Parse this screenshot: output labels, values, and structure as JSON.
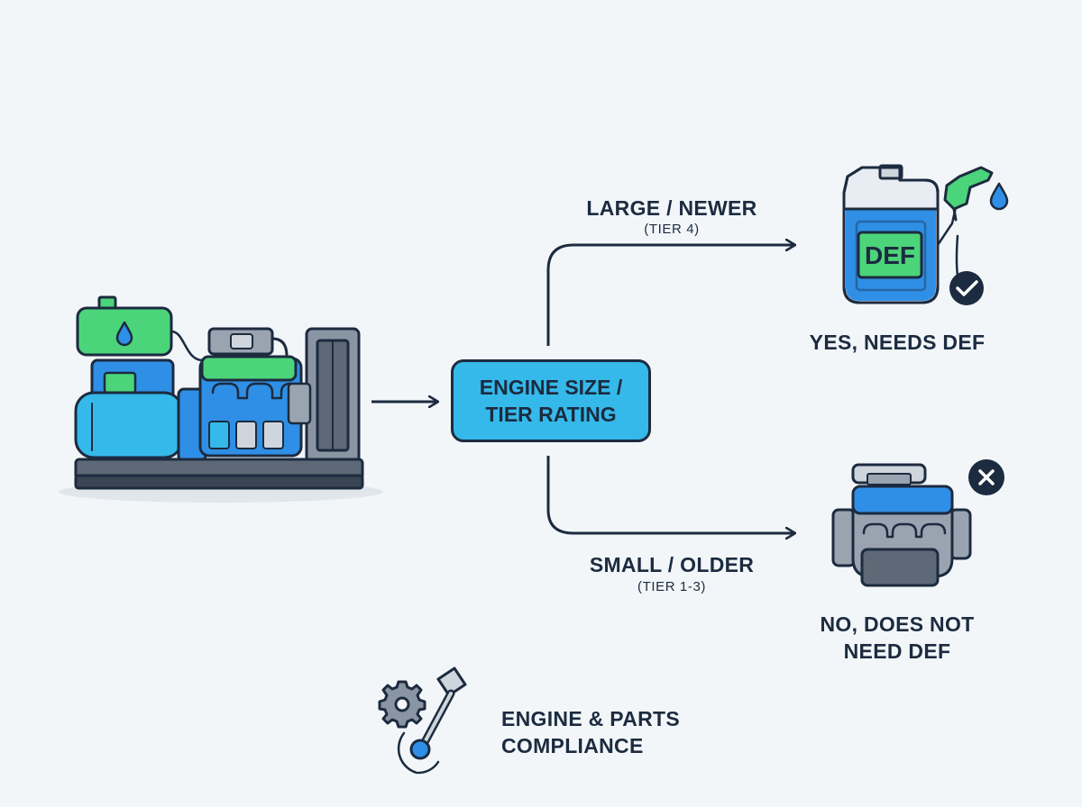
{
  "decision": {
    "text": "ENGINE SIZE /\nTIER RATING"
  },
  "branches": [
    {
      "label": "LARGE / NEWER",
      "sublabel": "(TIER 4)",
      "outcome": "YES, NEEDS DEF",
      "icon": "def-tank-icon"
    },
    {
      "label": "SMALL / OLDER",
      "sublabel": "(TIER 1-3)",
      "outcome": "NO, DOES NOT\nNEED DEF",
      "icon": "engine-icon"
    }
  ],
  "def_tank": {
    "label": "DEF"
  },
  "footer": {
    "text": "ENGINE & PARTS\nCOMPLIANCE",
    "icon": "gear-piston-icon"
  },
  "icons": {
    "source": "diesel-generator-icon",
    "yes_badge": "checkmark-icon",
    "no_badge": "x-icon",
    "pump": "fuel-nozzle-icon"
  },
  "colors": {
    "outline": "#1c2b3f",
    "blue": "#2f8fe6",
    "cyan": "#35b9ea",
    "green": "#4cd47a",
    "gray": "#8a95a3"
  }
}
